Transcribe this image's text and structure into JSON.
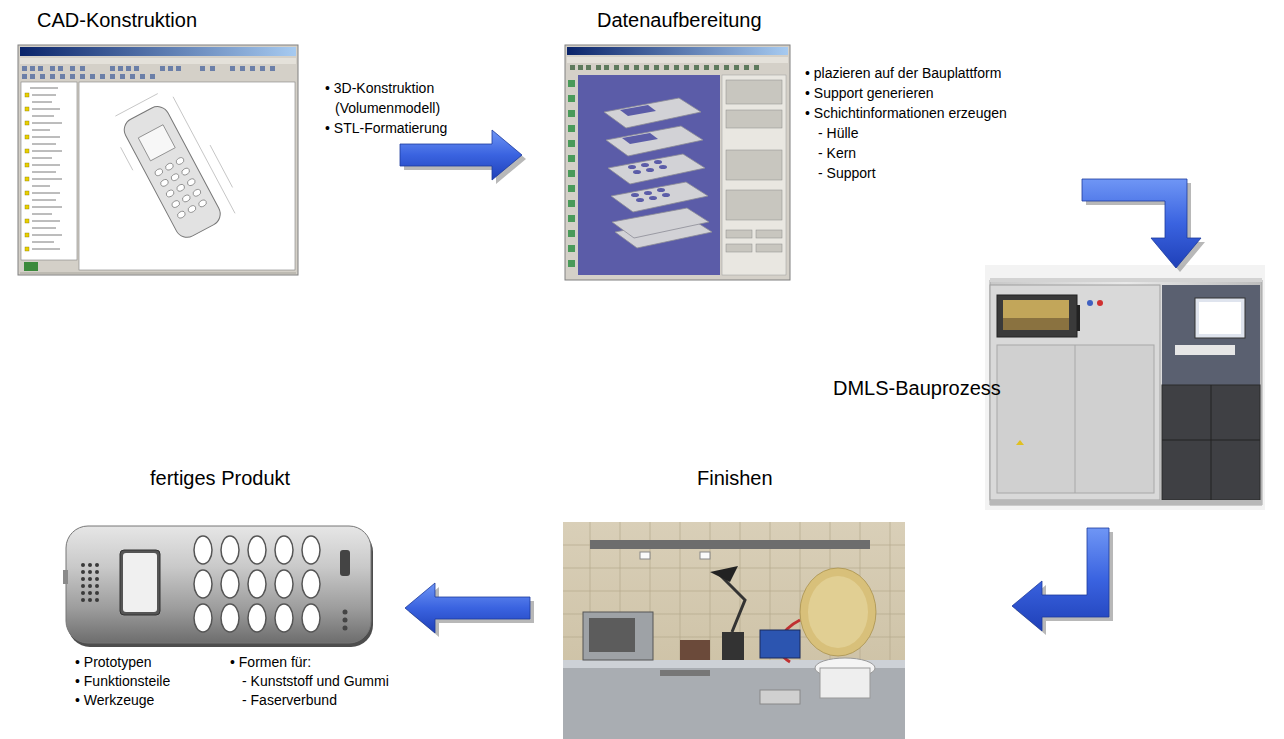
{
  "diagram": {
    "nodes": [
      {
        "text": [
          "CAD-Konstruktion",
          "• 3D-Konstruktion (Volumenmodell)",
          "• STL-Formatierung"
        ]
      },
      {
        "text": [
          "Datenaufbereitung",
          "• plazieren auf der Bauplattform",
          "• Support generieren",
          "• Schichtinformationen erzeugen",
          "- Hülle",
          "- Kern",
          "- Support"
        ]
      },
      {
        "text": [
          "DMLS-Bauprozess"
        ]
      },
      {
        "text": [
          "Finishen"
        ]
      },
      {
        "text": [
          "fertiges Produkt",
          "• Prototypen",
          "• Funktionsteile",
          "• Werkzeuge",
          "• Formen für:",
          "- Kunststoff und Gummi",
          "- Faserverbund"
        ]
      }
    ],
    "edges": [
      {
        "from": 0,
        "to": 1,
        "arrow": "to"
      },
      {
        "from": 1,
        "to": 2,
        "arrow": "to"
      },
      {
        "from": 2,
        "to": 3,
        "arrow": "to"
      },
      {
        "from": 3,
        "to": 4,
        "arrow": "to"
      }
    ]
  }
}
